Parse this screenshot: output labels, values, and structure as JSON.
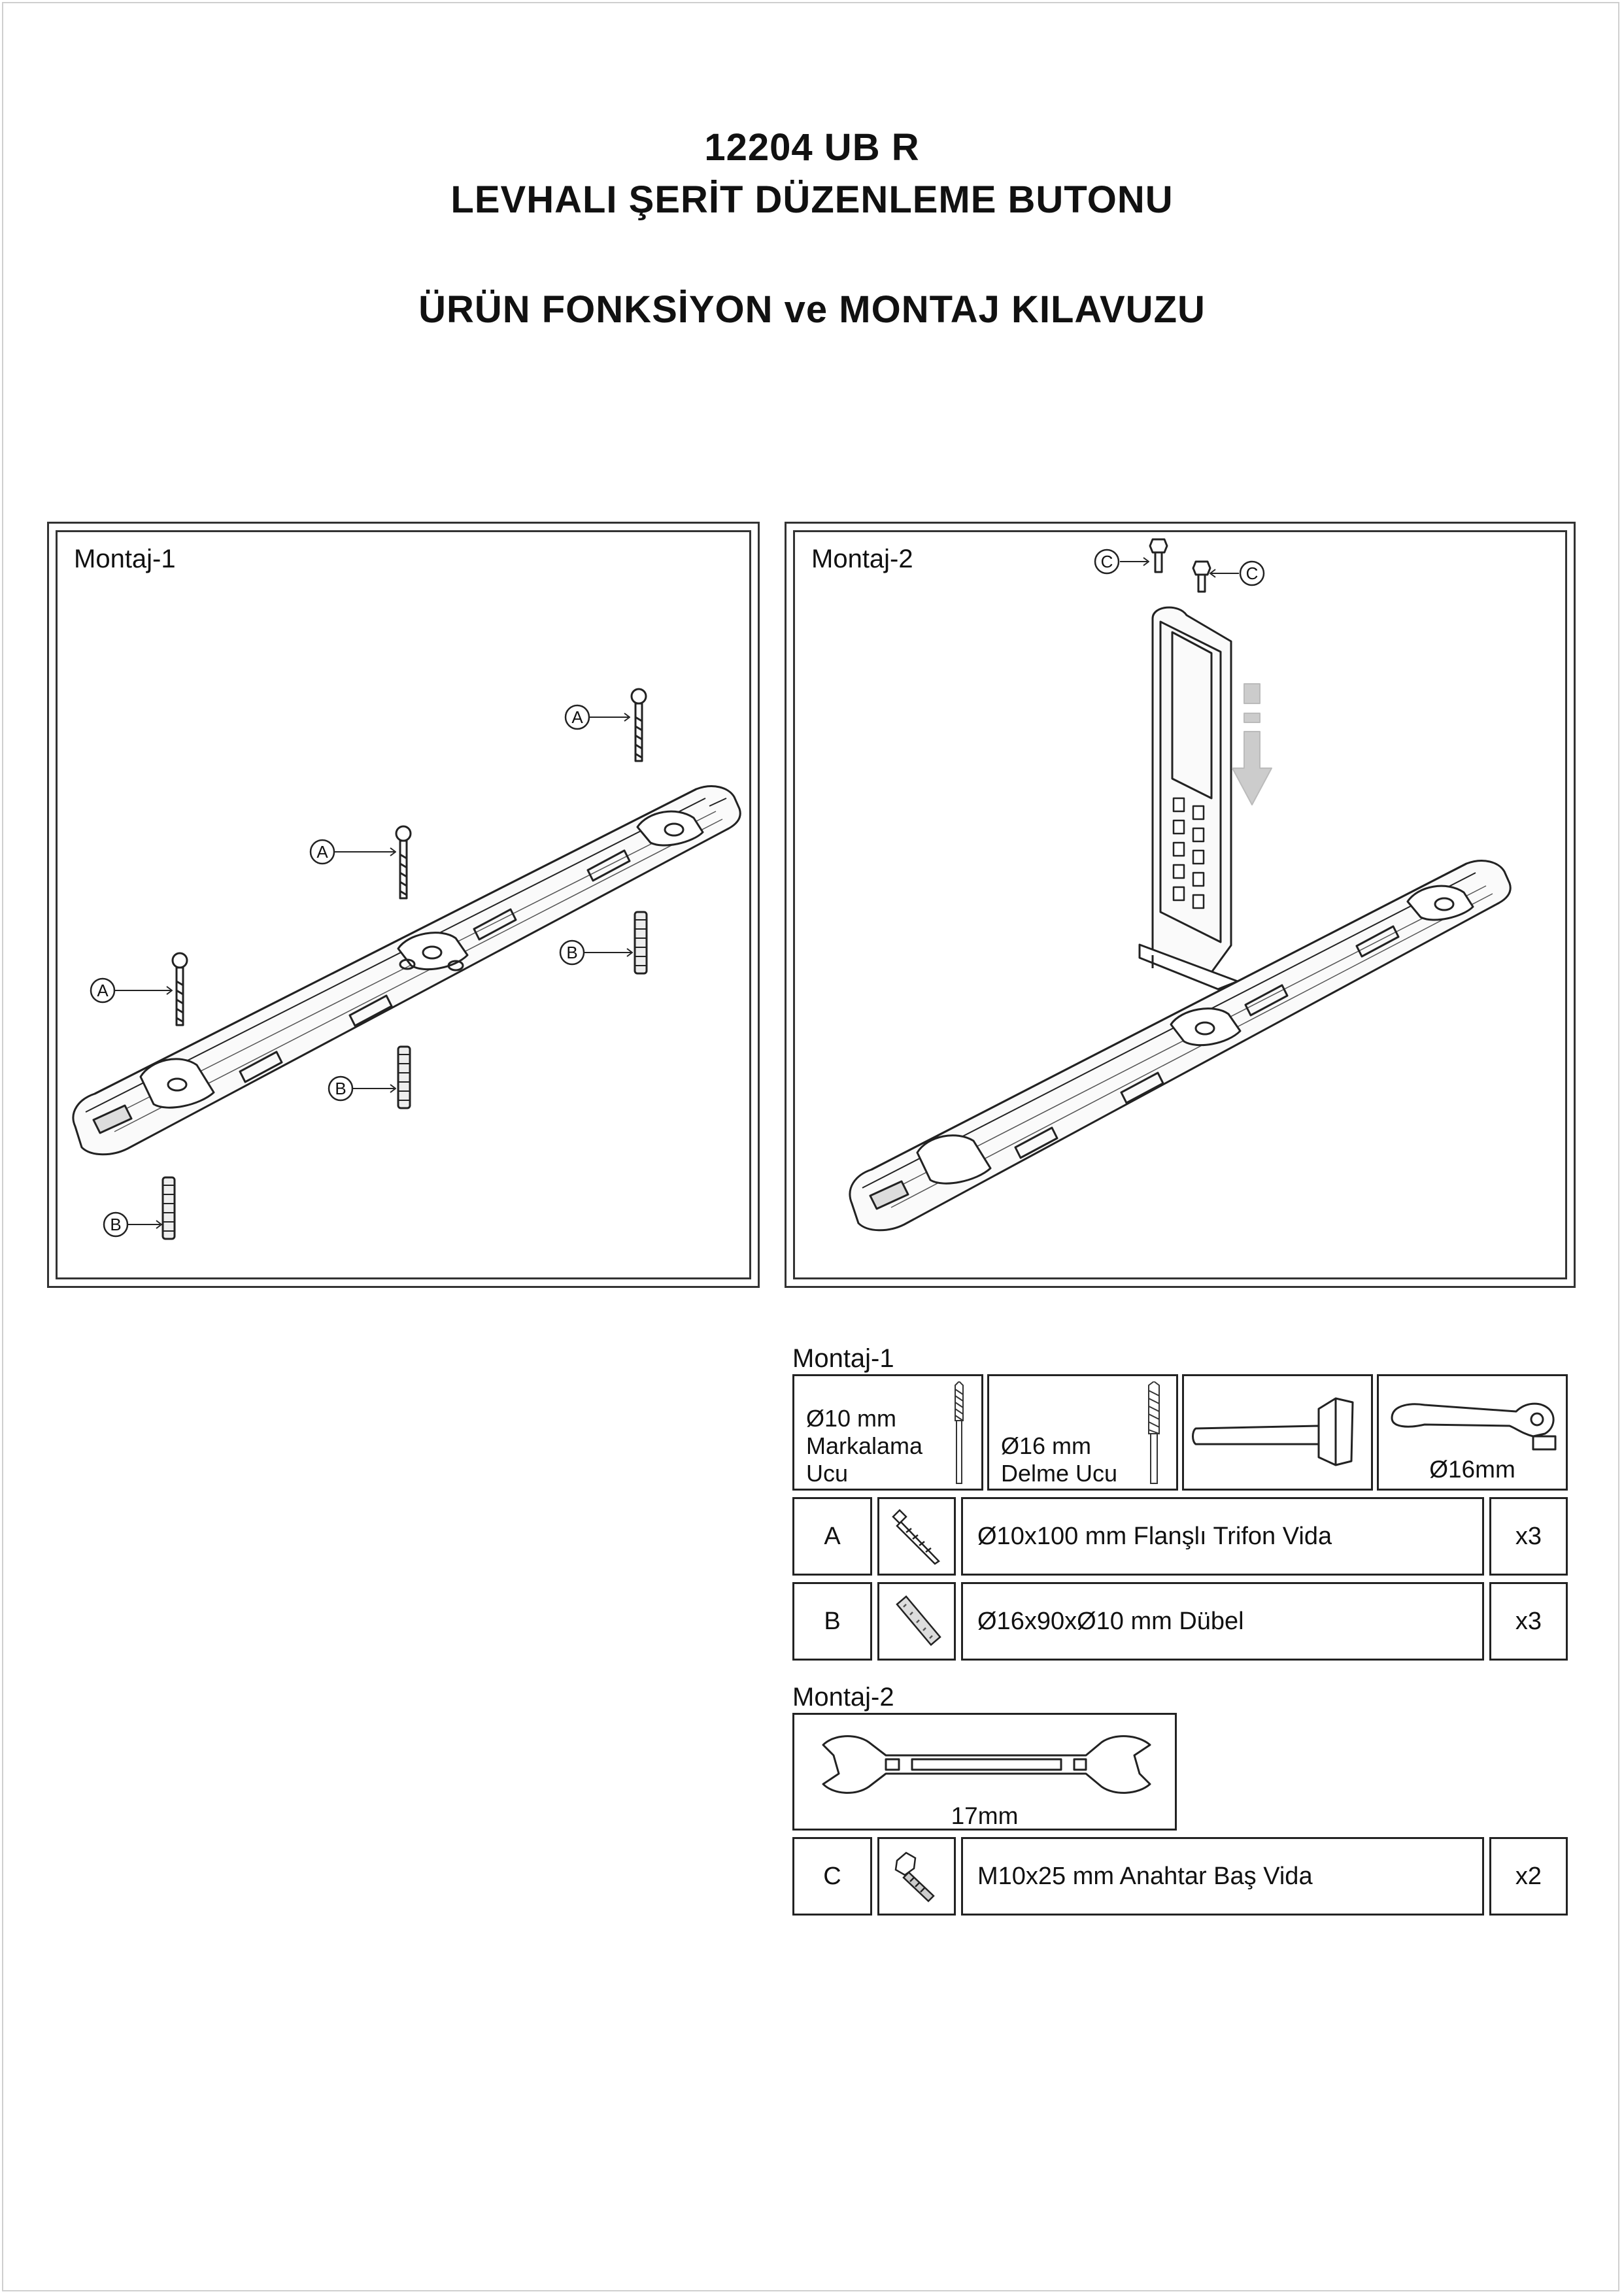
{
  "title": {
    "line1": "12204 UB R",
    "line2": "LEVHALI ŞERİT DÜZENLEME BUTONU",
    "line3": "ÜRÜN FONKSİYON ve MONTAJ KILAVUZU"
  },
  "panels": [
    {
      "label": "Montaj-1",
      "callouts": [
        "A",
        "A",
        "A",
        "B",
        "B",
        "B"
      ]
    },
    {
      "label": "Montaj-2",
      "callouts": [
        "C",
        "C"
      ]
    }
  ],
  "montaj1": {
    "heading": "Montaj-1",
    "tools": [
      {
        "label_lines": [
          "Ø10 mm",
          "Markalama",
          "Ucu"
        ],
        "icon": "drill-bit-icon"
      },
      {
        "label_lines": [
          "Ø16 mm",
          "Delme Ucu"
        ],
        "icon": "drill-bit-icon"
      },
      {
        "label": "",
        "icon": "hammer-icon"
      },
      {
        "label": "Ø16mm",
        "icon": "ratchet-wrench-icon"
      }
    ],
    "parts": [
      {
        "code": "A",
        "icon": "flange-screw-icon",
        "description": "Ø10x100 mm Flanşlı Trifon Vida",
        "qty": "x3"
      },
      {
        "code": "B",
        "icon": "wall-plug-icon",
        "description": "Ø16x90xØ10 mm Dübel",
        "qty": "x3"
      }
    ]
  },
  "montaj2": {
    "heading": "Montaj-2",
    "tool": {
      "label": "17mm",
      "icon": "open-end-wrench-icon"
    },
    "parts": [
      {
        "code": "C",
        "icon": "hex-bolt-icon",
        "description": "M10x25 mm Anahtar Baş Vida",
        "qty": "x2"
      }
    ]
  }
}
